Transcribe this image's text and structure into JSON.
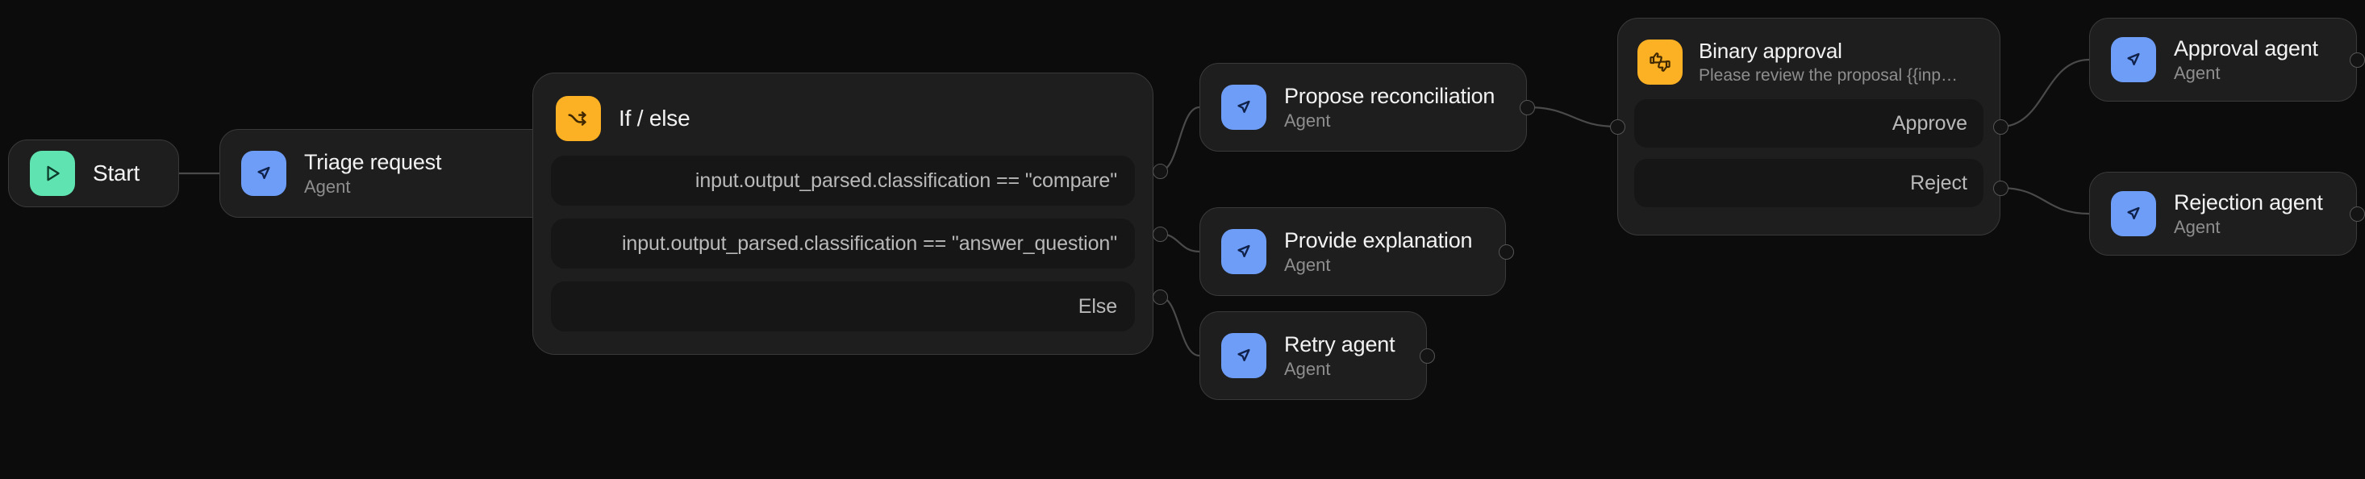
{
  "canvas": {
    "background": "#0c0c0c",
    "node_background": "#1e1e1e",
    "node_border": "#3a3a3a",
    "row_background": "#161616",
    "title_color": "#f2f2f2",
    "subtitle_color": "#8e8e8e",
    "edge_color": "#4a4a4a",
    "accent_green": "#5fe3b0",
    "accent_blue": "#6e9df8",
    "accent_amber": "#fcb024"
  },
  "nodes": {
    "start": {
      "title": "Start",
      "icon": "play-icon"
    },
    "triage": {
      "title": "Triage request",
      "subtitle": "Agent",
      "icon": "cursor-icon"
    },
    "ifelse": {
      "title": "If / else",
      "icon": "branch-icon",
      "conditions": [
        {
          "label": "input.output_parsed.classification == \"compare\""
        },
        {
          "label": "input.output_parsed.classification == \"answer_question\""
        },
        {
          "label": "Else"
        }
      ]
    },
    "propose": {
      "title": "Propose reconciliation",
      "subtitle": "Agent",
      "icon": "cursor-icon"
    },
    "explain": {
      "title": "Provide explanation",
      "subtitle": "Agent",
      "icon": "cursor-icon"
    },
    "retry": {
      "title": "Retry agent",
      "subtitle": "Agent",
      "icon": "cursor-icon"
    },
    "approval": {
      "title": "Binary approval",
      "subtitle": "Please review the proposal {{inp…",
      "icon": "thumbs-icon",
      "choices": [
        {
          "label": "Approve"
        },
        {
          "label": "Reject"
        }
      ]
    },
    "approval_agent": {
      "title": "Approval agent",
      "subtitle": "Agent",
      "icon": "cursor-icon"
    },
    "rejection_agent": {
      "title": "Rejection agent",
      "subtitle": "Agent",
      "icon": "cursor-icon"
    }
  }
}
